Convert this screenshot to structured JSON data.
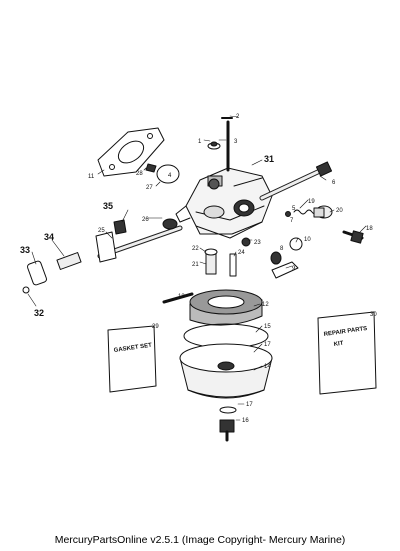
{
  "parts": {
    "p1": "1",
    "p2": "2",
    "p3": "3",
    "p4": "4",
    "p5": "5",
    "p6": "6",
    "p7": "7",
    "p8": "8",
    "p9": "9",
    "p10": "10",
    "p11": "11",
    "p12": "12",
    "p13": "13",
    "p14": "14",
    "p15": "15",
    "p16": "16",
    "p17a": "17",
    "p17b": "17",
    "p18": "18",
    "p19": "19",
    "p20": "20",
    "p21": "21",
    "p22": "22",
    "p23": "23",
    "p24": "24",
    "p25": "25",
    "p26": "26",
    "p27": "27",
    "p28": "28",
    "p29": "29",
    "p30": "30",
    "p31": "31",
    "p32": "32",
    "p33": "33",
    "p34": "34",
    "p35": "35"
  },
  "kits": {
    "gasket_line1": "GASKET SET",
    "repair_line1": "REPAIR PARTS",
    "repair_line2": "KIT"
  },
  "footer": {
    "caption": "MercuryPartsOnline v2.5.1 (Image Copyright- Mercury Marine)"
  }
}
